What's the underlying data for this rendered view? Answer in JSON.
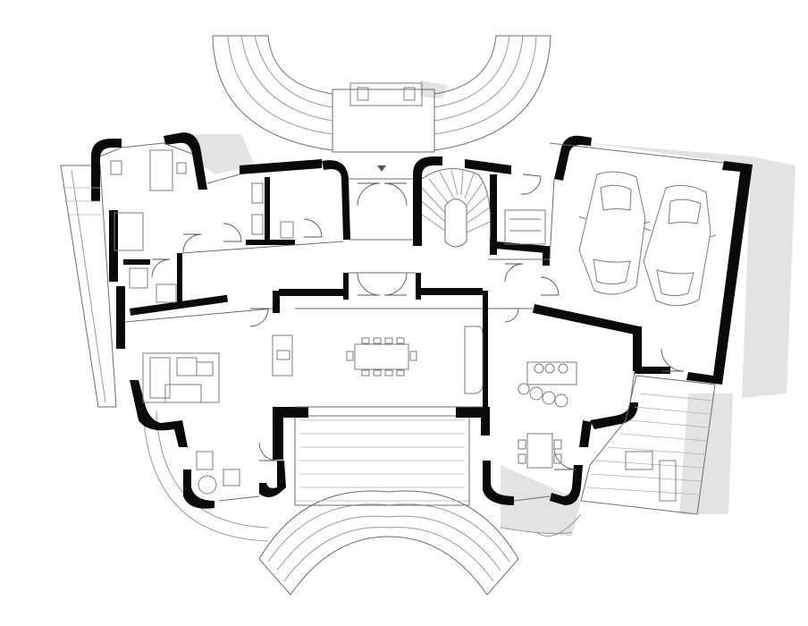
{
  "drawing": {
    "kind": "architectural floor plan",
    "labels": []
  },
  "colors": {
    "background": "#ffffff",
    "wall": "#0a0a0a",
    "shadow": "#e3e3e3",
    "linework": "#6e6e6e",
    "terrace_hatch": "#b0b0b0"
  },
  "components": {
    "car_count": 2,
    "dining_chairs": 10,
    "kitchen_stools": 4
  }
}
